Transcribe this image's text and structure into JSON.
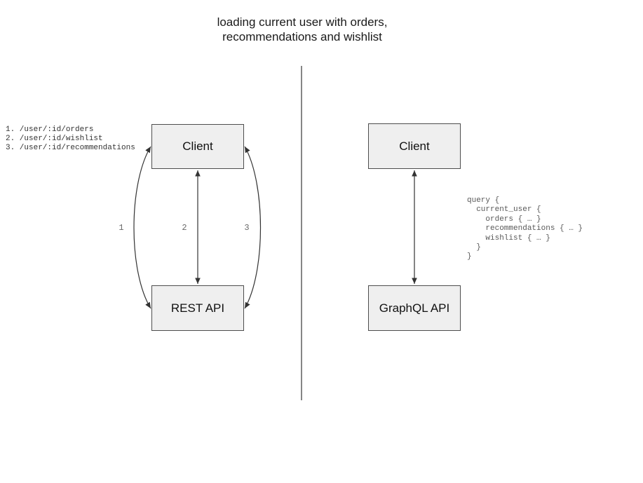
{
  "title": {
    "lines": [
      "loading current user with orders,",
      "recommendations and wishlist"
    ]
  },
  "colors": {
    "background": "#ffffff",
    "box_fill": "#efefef",
    "box_border": "#4d4d4d",
    "arrow": "#333333",
    "divider": "#5f5f5f",
    "call_label_text": "#696969",
    "endpoint_text": "#333333",
    "query_text": "#595959"
  },
  "left_diagram": {
    "client_label": "Client",
    "api_label": "REST API",
    "endpoints": [
      "1. /user/:id/orders",
      "2. /user/:id/wishlist",
      "3. /user/:id/recommendations"
    ],
    "call_labels": [
      "1",
      "2",
      "3"
    ]
  },
  "right_diagram": {
    "client_label": "Client",
    "api_label": "GraphQL API",
    "query": [
      "query {",
      "  current_user {",
      "    orders { … }",
      "    recommendations { … }",
      "    wishlist { … }",
      "  }",
      "}"
    ]
  }
}
